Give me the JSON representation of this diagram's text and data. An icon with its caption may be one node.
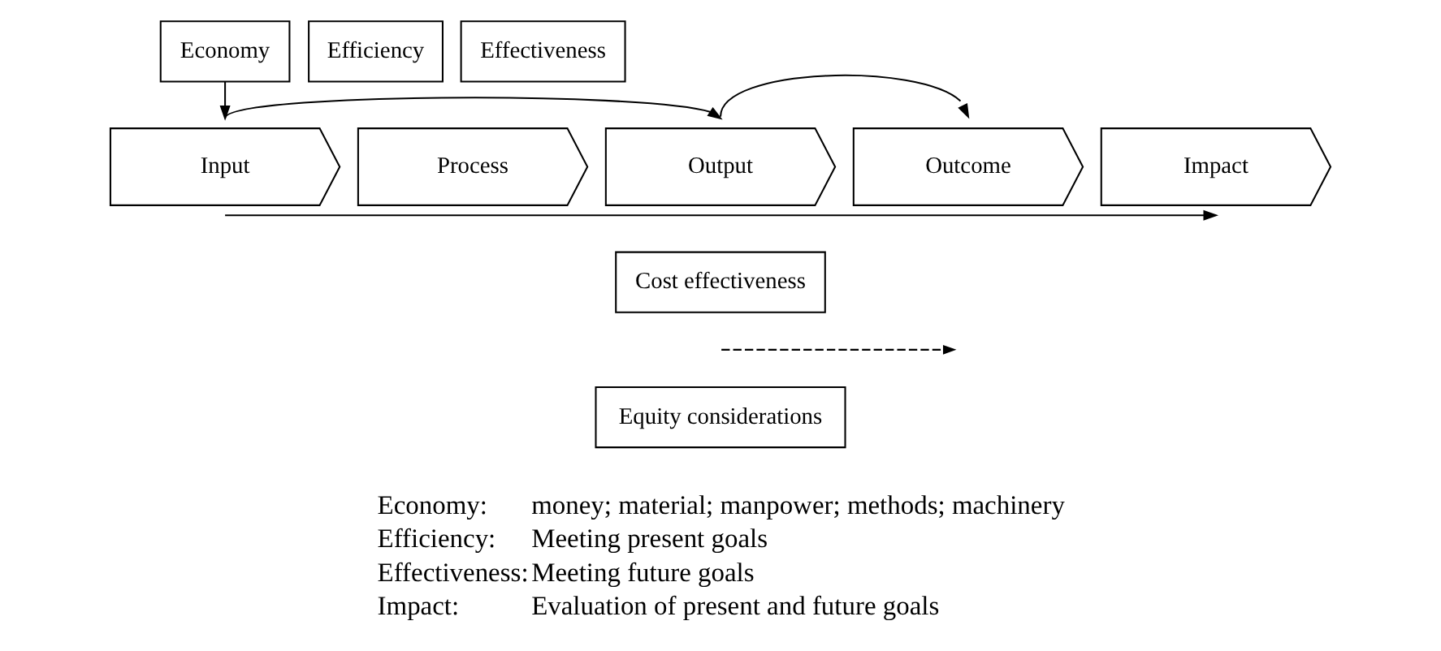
{
  "diagram": {
    "nodes": [
      {
        "text": [
          "Economy"
        ]
      },
      {
        "text": [
          "Efficiency"
        ]
      },
      {
        "text": [
          "Effectiveness"
        ]
      },
      {
        "text": [
          "Input"
        ]
      },
      {
        "text": [
          "Process"
        ]
      },
      {
        "text": [
          "Output"
        ]
      },
      {
        "text": [
          "Outcome"
        ]
      },
      {
        "text": [
          "Impact"
        ]
      },
      {
        "text": [
          "Cost effectiveness"
        ]
      },
      {
        "text": [
          "Equity considerations"
        ]
      }
    ],
    "edges": [
      {
        "from": 0,
        "to": 3,
        "arrow": "to"
      },
      {
        "from": 3,
        "to": 5,
        "arrow": "to"
      },
      {
        "from": 5,
        "to": 6,
        "arrow": "to"
      },
      {
        "from": 3,
        "to": 7,
        "arrow": "to"
      }
    ],
    "labels": [
      "Economy:",
      "money; material; manpower; methods; machinery",
      "Efficiency:",
      "Meeting present goals",
      "Effectiveness:",
      "Meeting future goals",
      "Impact:",
      "Evaluation of present and future goals"
    ]
  }
}
